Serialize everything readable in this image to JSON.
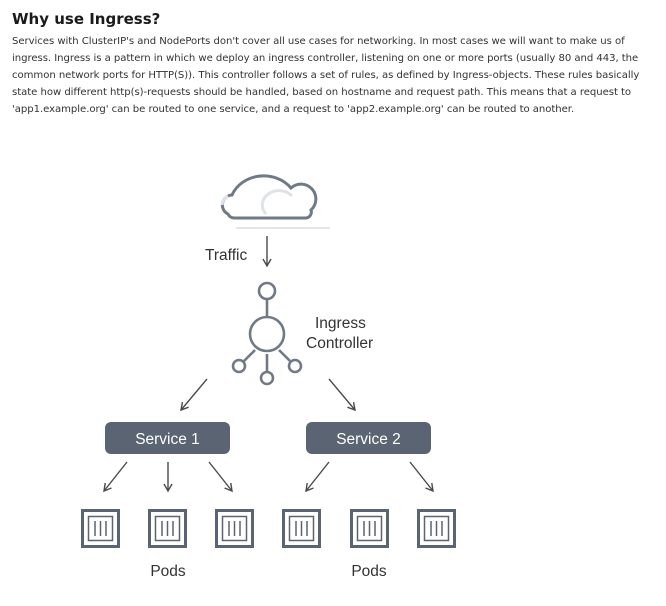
{
  "article": {
    "title": "Why use Ingress?",
    "paragraph": "Services with ClusterIP's and NodePorts don't cover all use cases for networking. In most cases we will want to make us of ingress. Ingress is a pattern in which we deploy an ingress controller, listening on one or more ports (usually 80 and 443, the common network ports for HTTP(S)). This controller follows a set of rules, as defined by Ingress-objects. These rules basically state how different http(s)-requests should be handled, based on hostname and request path. This means that a request to 'app1.example.org' can be routed to one service, and a request to 'app2.example.org' can be routed to another."
  },
  "diagram": {
    "traffic_label": "Traffic",
    "controller_label_line1": "Ingress",
    "controller_label_line2": "Controller",
    "service1_label": "Service 1",
    "service2_label": "Service 2",
    "pods_left_label": "Pods",
    "pods_right_label": "Pods",
    "colors": {
      "service_box": "#5a6473",
      "service_text": "#ffffff",
      "icon_stroke": "#707a86",
      "arrow": "#4a4a4a"
    }
  }
}
